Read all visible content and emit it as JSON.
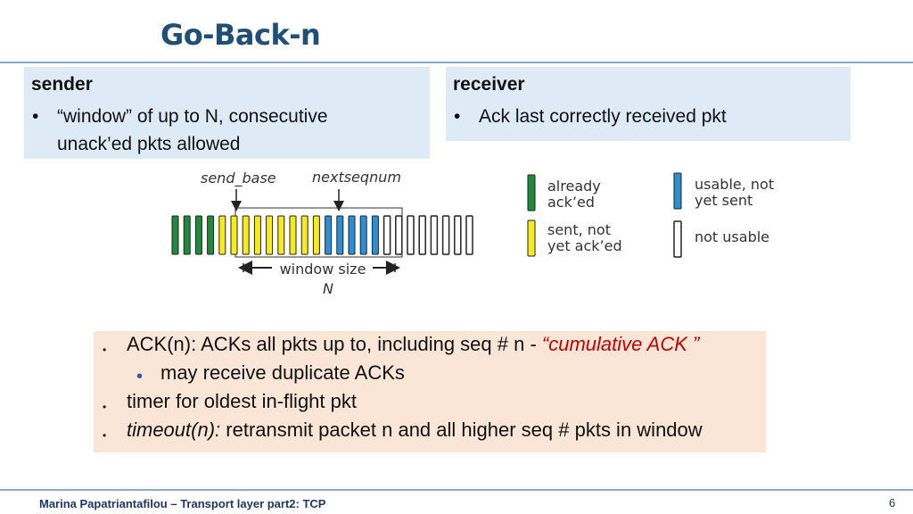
{
  "title": "Go-Back-n",
  "sender": {
    "heading": "sender",
    "bullet_open_quote": "“",
    "bullet_word": "window",
    "bullet_close_quote": "”",
    "bullet_rest": " of up to N, consecutive",
    "bullet_line2_a": "unack",
    "bullet_line2_apos": "’",
    "bullet_line2_b": "ed pkts allowed",
    "bullet_glyph": "•"
  },
  "receiver": {
    "heading": "receiver",
    "bullet": "Ack last correctly received pkt",
    "bullet_glyph": "•"
  },
  "diagram": {
    "label_send_base": "send_base",
    "label_nextseqnum": "nextseqnum",
    "label_window_size": "window size",
    "label_N": "N",
    "packets": {
      "acked": 4,
      "sent_not_acked": 9,
      "usable_not_sent": 5,
      "not_usable": 8
    },
    "colors": {
      "acked": "#1e8a3c",
      "sent_not_acked": "#f7ea1d",
      "usable_not_sent": "#2b8fd6",
      "not_usable": "#ffffff",
      "outline": "#222222"
    },
    "legend": {
      "acked_line1": "already",
      "acked_line2": "ack’ed",
      "sent_line1": "sent, not",
      "sent_line2": "yet ack’ed",
      "usable_line1": "usable, not",
      "usable_line2": "yet sent",
      "not_usable": "not usable"
    }
  },
  "notes": {
    "bullet_glyph": "•",
    "line1_a": "ACK(n): ACKs all pkts up to, including seq # n - ",
    "line1_cumulative": "“cumulative ACK ”",
    "line2": "may receive duplicate ACKs",
    "line3": "timer for oldest in-flight pkt",
    "line4_italic": "timeout(n):",
    "line4_rest": " retransmit packet n and all higher seq # pkts in window"
  },
  "footer": {
    "text": "Marina Papatriantafilou –  Transport layer part2: TCP",
    "page": "6"
  }
}
